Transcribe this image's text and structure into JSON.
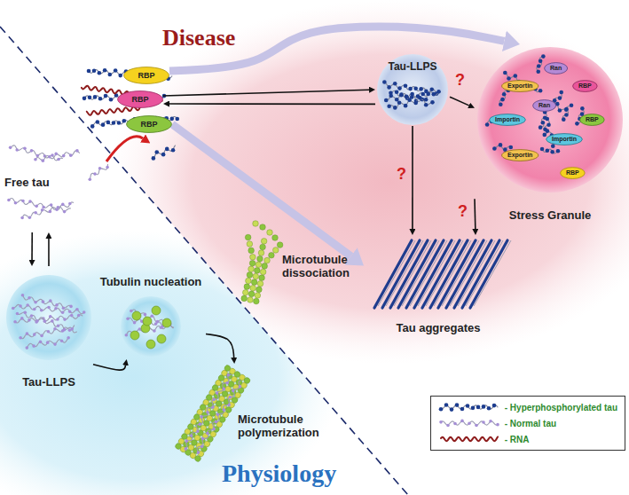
{
  "diagram": {
    "nodes": [
      {
        "text": [
          "RBP"
        ]
      },
      {
        "text": [
          "RBP"
        ]
      },
      {
        "text": [
          "RBP"
        ]
      },
      {
        "text": [
          "Tau-LLPS"
        ]
      },
      {
        "text": [
          "Stress Granule"
        ]
      },
      {
        "text": [
          "Exportin"
        ],
        "in": 4
      },
      {
        "text": [
          "Ran"
        ],
        "in": 4
      },
      {
        "text": [
          "RBP"
        ],
        "in": 4
      },
      {
        "text": [
          "Importin"
        ],
        "in": 4
      },
      {
        "text": [
          "Ran"
        ],
        "in": 4
      },
      {
        "text": [
          "RBP"
        ],
        "in": 4
      },
      {
        "text": [
          "Importin"
        ],
        "in": 4
      },
      {
        "text": [
          "Exportin"
        ],
        "in": 4
      },
      {
        "text": [
          "RBP"
        ],
        "in": 4
      },
      {
        "text": [
          "Tau aggregates"
        ]
      },
      {
        "text": [
          "Free tau"
        ]
      },
      {
        "text": [
          "Tau-LLPS"
        ]
      },
      {
        "text": [
          "Tubulin nucleation"
        ]
      },
      {
        "text": [
          "Microtubule polymerization"
        ]
      }
    ],
    "edges": [
      {
        "from": 1,
        "to": 3,
        "arrow": "to"
      },
      {
        "from": 3,
        "to": 1,
        "arrow": "to"
      },
      {
        "from": 0,
        "to": 4,
        "arrow": "to"
      },
      {
        "from": 2,
        "to": 14,
        "arrow": "to"
      },
      {
        "from": 3,
        "to": 4,
        "label": "?",
        "arrow": "to"
      },
      {
        "from": 3,
        "to": 14,
        "label": "?",
        "arrow": "to"
      },
      {
        "from": 4,
        "to": 14,
        "label": "?",
        "arrow": "to"
      },
      {
        "from": 15,
        "to": 16,
        "arrow": "to"
      },
      {
        "from": 16,
        "to": 15,
        "arrow": "to"
      },
      {
        "from": 16,
        "to": 17,
        "arrow": "to"
      },
      {
        "from": 17,
        "to": 18,
        "arrow": "to"
      }
    ],
    "labels": [
      "Disease",
      "Microtubule dissociation",
      "Physiology"
    ],
    "legend": [
      {
        "text": "- Hyperphosphorylated tau"
      },
      {
        "text": "- Normal tau"
      },
      {
        "text": "- RNA"
      }
    ]
  }
}
